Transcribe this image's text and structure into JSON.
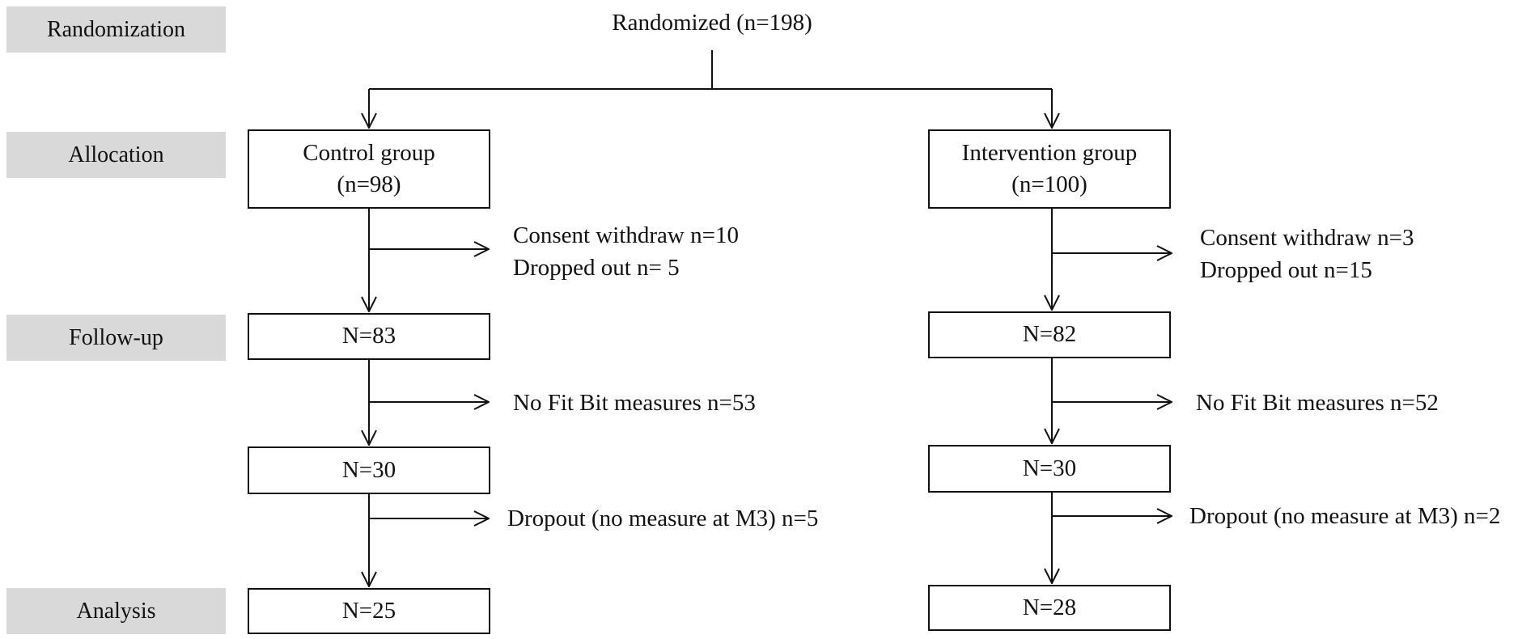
{
  "stages": {
    "randomization": "Randomization",
    "allocation": "Allocation",
    "followup": "Follow-up",
    "analysis": "Analysis"
  },
  "randomized": "Randomized (n=198)",
  "control": {
    "allocation_title": "Control group",
    "allocation_n": "(n=98)",
    "exclusion1": [
      "Consent withdraw n=10",
      "Dropped out n= 5"
    ],
    "followup": "N=83",
    "exclusion2": "No Fit Bit measures n=53",
    "measured": "N=30",
    "exclusion3": "Dropout (no measure at M3) n=5",
    "analysis": "N=25"
  },
  "intervention": {
    "allocation_title": "Intervention group",
    "allocation_n": "(n=100)",
    "exclusion1": [
      "Consent withdraw n=3",
      "Dropped out n=15"
    ],
    "followup": "N=82",
    "exclusion2": "No Fit Bit measures n=52",
    "measured": "N=30",
    "exclusion3": "Dropout (no measure at M3) n=2",
    "analysis": "N=28"
  }
}
